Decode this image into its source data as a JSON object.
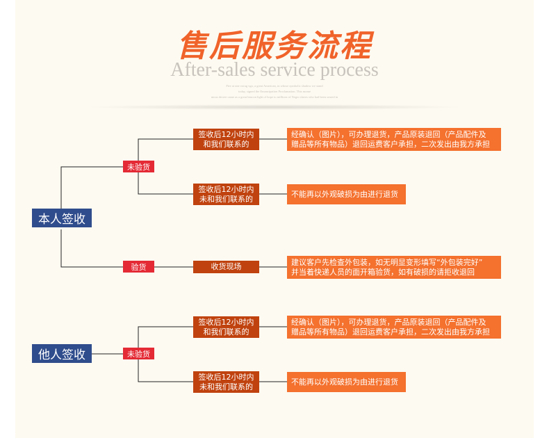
{
  "header": {
    "title": "售后服务流程",
    "subtitle": "After-sales service process",
    "fineprint": [
      "Fire at one vorag vgo, a great American, in whose symbolic shadow we stand",
      "today, signed the Emancipation Proclamation. This mome",
      "ntous decree came as a great beacon light of hope to millions of Negro slaves who had been seared in"
    ]
  },
  "self_sign": {
    "root": "本人签收",
    "not_inspected": {
      "tag": "未验货",
      "within_12h": {
        "condition": [
          "签收后12小时内",
          "和我们联系的"
        ],
        "result": [
          "经确认（图片），可办理退货，产品原装退回（产品配件及",
          "赠品等所有物品）退回运费客户承担，二次发出由我方承担"
        ]
      },
      "not_within_12h": {
        "condition": [
          "签收后12小时内",
          "未和我们联系的"
        ],
        "result": [
          "不能再以外观破损为由进行退货"
        ]
      }
    },
    "inspected": {
      "tag": "验货",
      "condition": [
        "收货现场"
      ],
      "result": [
        "建议客户先检查外包装，如无明显变形填写“外包装完好”",
        "并当着快递人员的面开箱验货，如有破损的请拒收退回"
      ]
    }
  },
  "other_sign": {
    "root": "他人签收",
    "not_inspected": {
      "tag": "未验货",
      "within_12h": {
        "condition": [
          "签收后12小时内",
          "和我们联系的"
        ],
        "result": [
          "经确认（图片），可办理退货，产品原装退回（产品配件及",
          "赠品等所有物品）退回运费客户承担，二次发出由我方承担"
        ]
      },
      "not_within_12h": {
        "condition": [
          "签收后12小时内",
          "未和我们联系的"
        ],
        "result": [
          "不能再以外观破损为由进行退货"
        ]
      }
    }
  }
}
